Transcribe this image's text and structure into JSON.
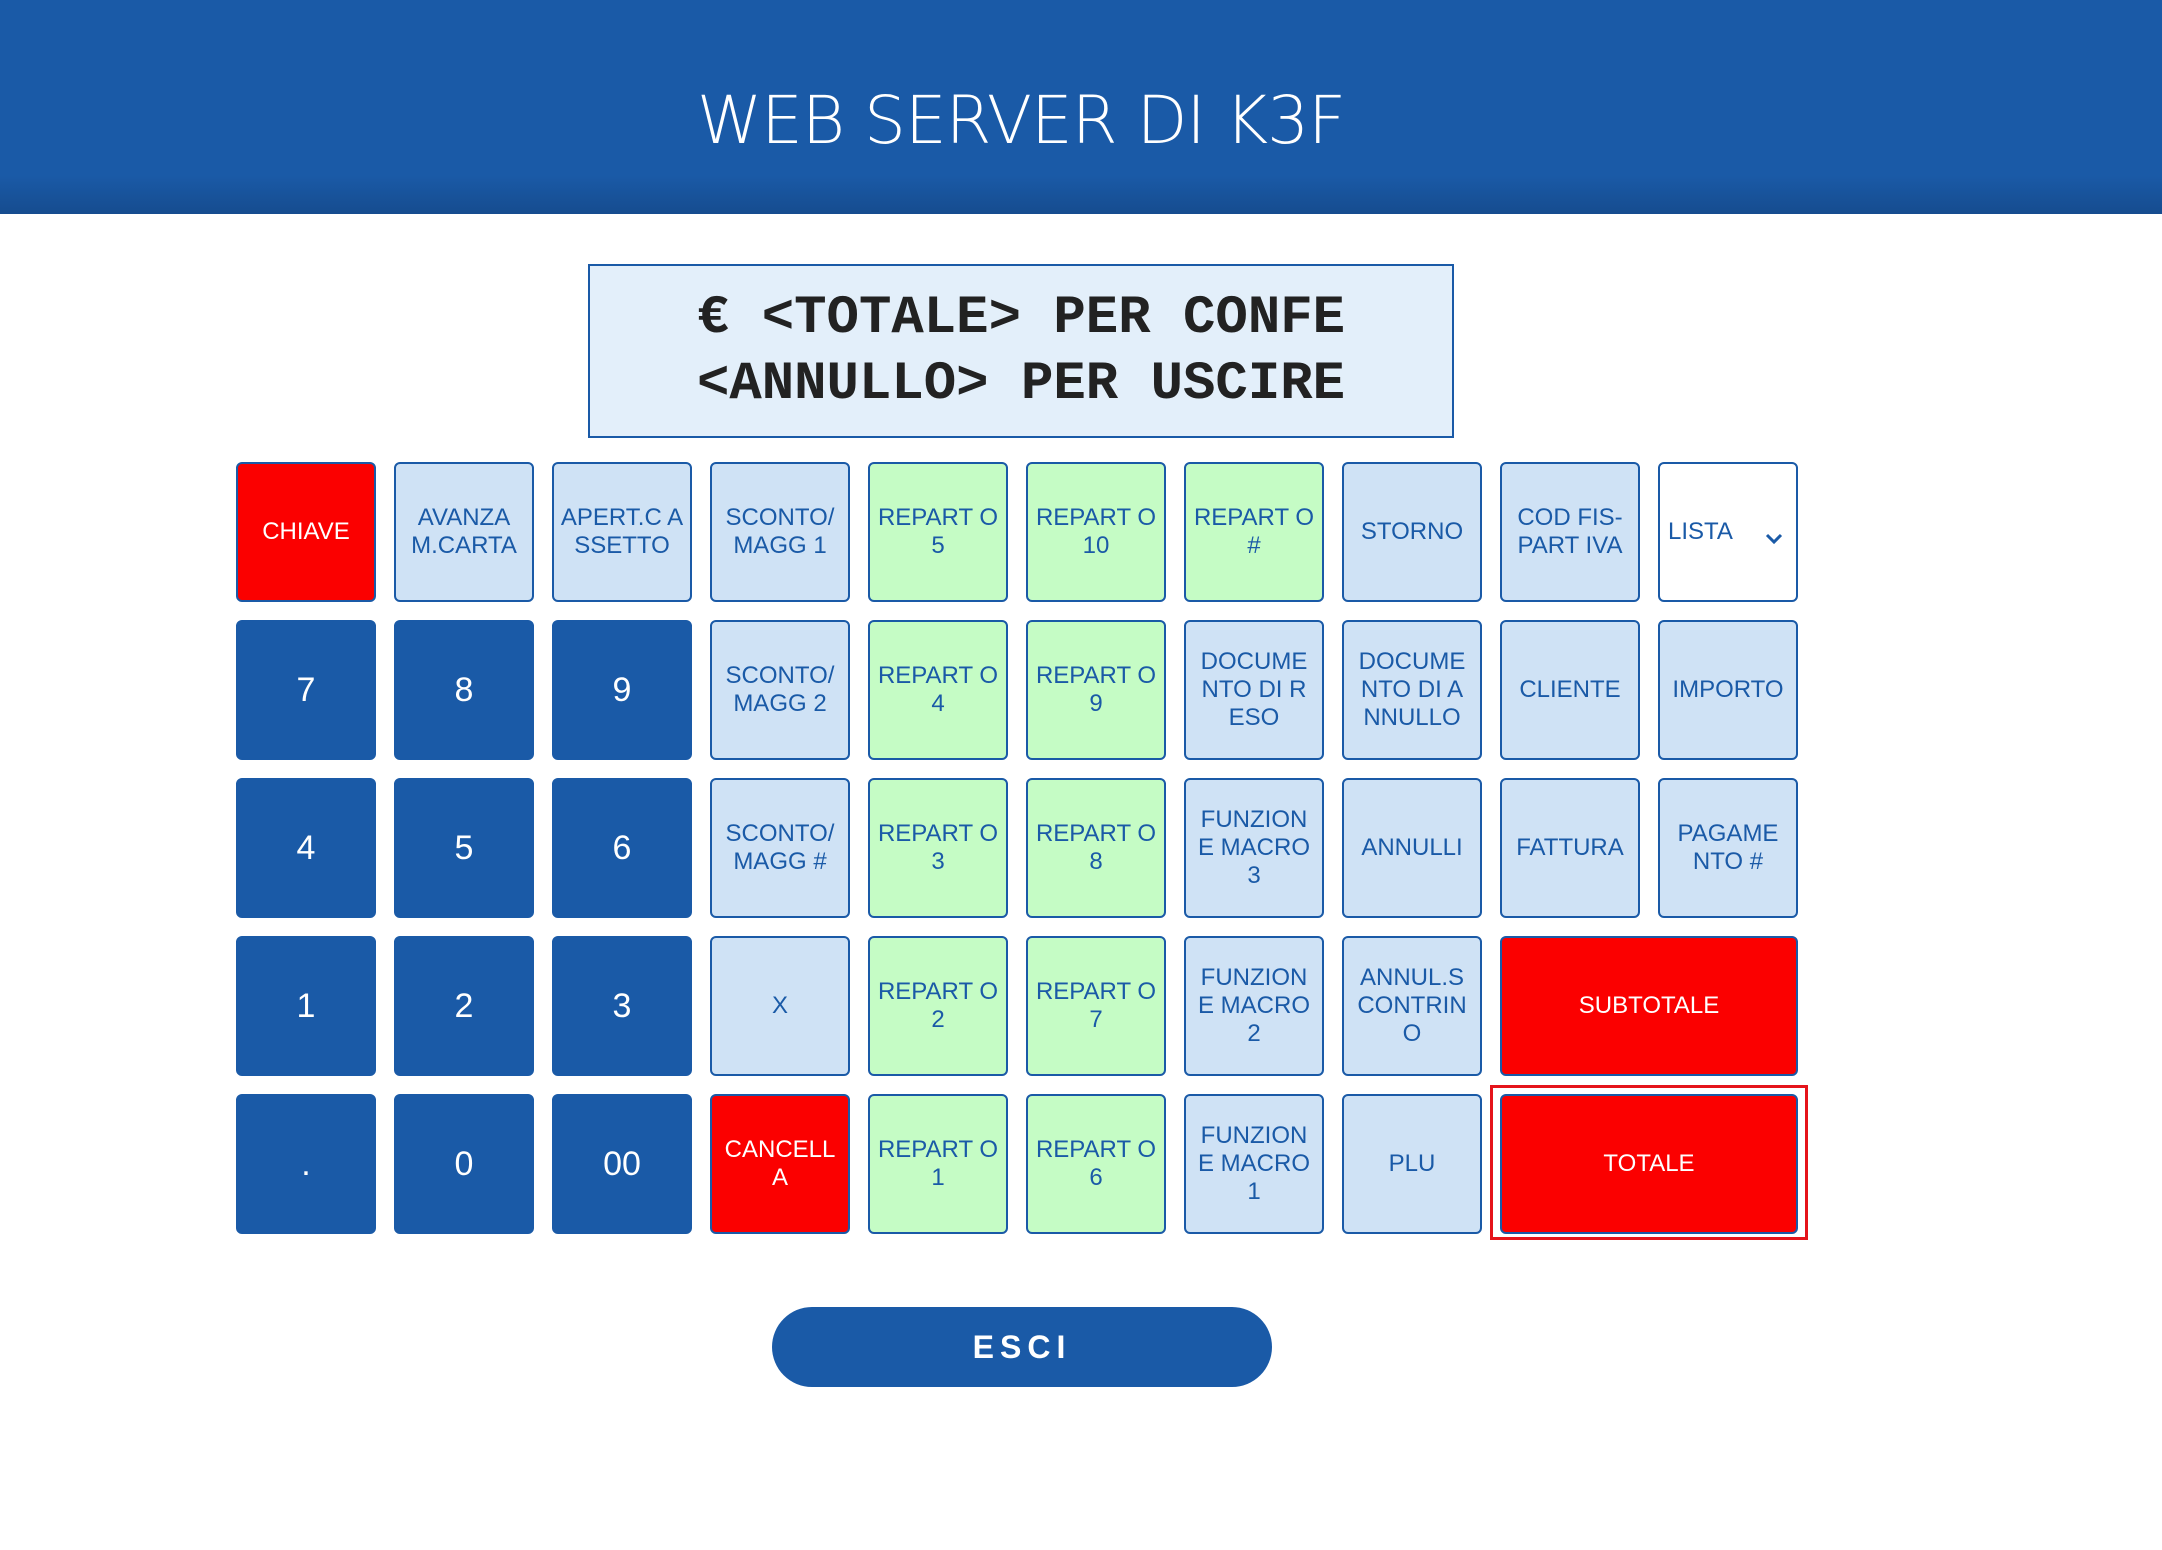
{
  "header": {
    "title": "WEB SERVER DI K3F"
  },
  "display": {
    "line1": "€ <TOTALE> PER CONFE",
    "line2": "<ANNULLO> PER USCIRE"
  },
  "keys": {
    "chiave": "CHIAVE",
    "avanza_carta": "AVANZA M.CARTA",
    "apertura_cassetto": "APERT.C ASSETTO",
    "sconto_magg_1": "SCONTO/ MAGG 1",
    "reparto_5": "REPART O 5",
    "reparto_10": "REPART O 10",
    "reparto_hash": "REPART O #",
    "storno": "STORNO",
    "cod_fis_part_iva": "COD FIS- PART IVA",
    "lista": "LISTA",
    "seven": "7",
    "eight": "8",
    "nine": "9",
    "sconto_magg_2": "SCONTO/ MAGG 2",
    "reparto_4": "REPART O 4",
    "reparto_9": "REPART O 9",
    "documento_reso": "DOCUME NTO DI R ESO",
    "documento_annullo": "DOCUME NTO DI A NNULLO",
    "cliente": "CLIENTE",
    "importo": "IMPORTO",
    "four": "4",
    "five": "5",
    "six": "6",
    "sconto_magg_hash": "SCONTO/ MAGG #",
    "reparto_3": "REPART O 3",
    "reparto_8": "REPART O 8",
    "funzione_macro_3": "FUNZION E MACRO 3",
    "annulli": "ANNULLI",
    "fattura": "FATTURA",
    "pagamento_hash": "PAGAME NTO #",
    "one": "1",
    "two": "2",
    "three": "3",
    "x": "X",
    "reparto_2": "REPART O 2",
    "reparto_7": "REPART O 7",
    "funzione_macro_2": "FUNZION E MACRO 2",
    "annul_scontrino": "ANNUL.S CONTRIN O",
    "subtotale": "SUBTOTALE",
    "dot": ".",
    "zero": "0",
    "double_zero": "00",
    "cancella": "CANCELL A",
    "reparto_1": "REPART O 1",
    "reparto_6": "REPART O 6",
    "funzione_macro_1": "FUNZION E MACRO 1",
    "plu": "PLU",
    "totale": "TOTALE"
  },
  "exit_button": {
    "label": "ESCI"
  },
  "colors": {
    "brand_blue": "#1a5aa7",
    "light_key": "#cfe2f5",
    "green_key": "#c5fcc5",
    "red_key": "#fb0000",
    "highlight": "#e5141b"
  },
  "icons": {
    "lista_dropdown": "chevron-down-icon"
  }
}
